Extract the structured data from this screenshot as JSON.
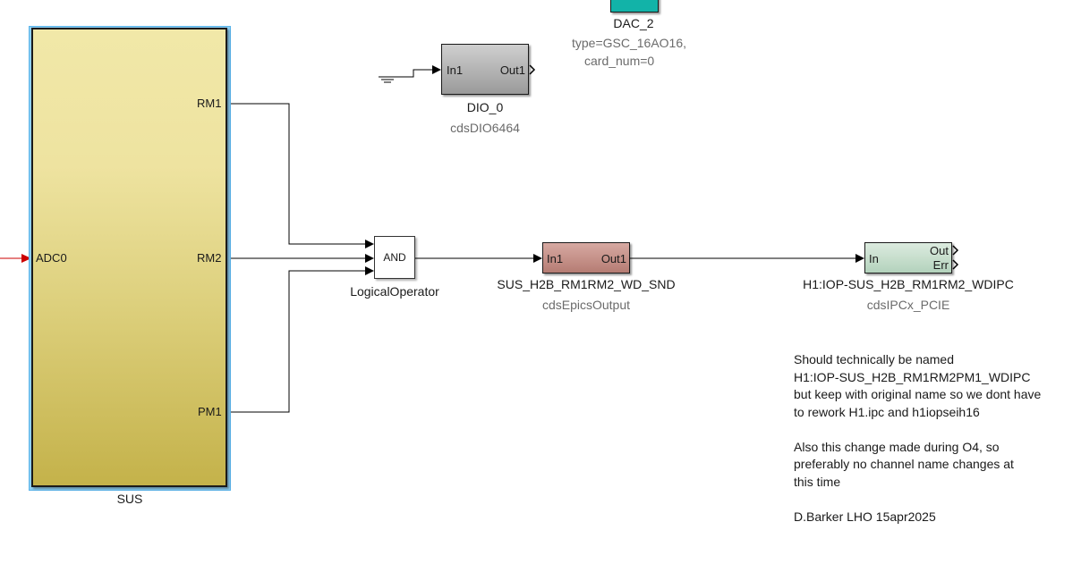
{
  "blocks": {
    "sus": {
      "name": "SUS",
      "inputs": [
        "ADC0"
      ],
      "outputs": [
        "RM1",
        "RM2",
        "PM1"
      ]
    },
    "dac": {
      "name": "DAC_2",
      "params": [
        "type=GSC_16AO16,",
        "card_num=0"
      ]
    },
    "dio": {
      "name": "DIO_0",
      "type": "cdsDIO6464",
      "input": "In1",
      "output": "Out1"
    },
    "logical_operator": {
      "name": "LogicalOperator",
      "operator": "AND"
    },
    "epics_output": {
      "name": "SUS_H2B_RM1RM2_WD_SND",
      "type": "cdsEpicsOutput",
      "input": "In1",
      "output": "Out1"
    },
    "ipc": {
      "name": "H1:IOP-SUS_H2B_RM1RM2_WDIPC",
      "type": "cdsIPCx_PCIE",
      "input": "In",
      "outputs": [
        "Out",
        "Err"
      ]
    }
  },
  "annotation": {
    "paragraph1": [
      "Should technically be named",
      "H1:IOP-SUS_H2B_RM1RM2PM1_WDIPC",
      "but keep with original name so we dont have",
      "to rework H1.ipc and h1iopseih16"
    ],
    "paragraph2": [
      "Also this change made during O4, so",
      "preferably no channel name changes at",
      "this time"
    ],
    "signature": "D.Barker LHO 15apr2025"
  },
  "colors": {
    "selection": "#8fd0f4",
    "sus_fill_top": "#f1e8a8",
    "sus_fill_bottom": "#c4b24a",
    "dac_fill": "#12b3a8",
    "epics_fill": "#c8958d",
    "ipc_fill": "#c6dfcc",
    "incoming_signal": "#cc0000"
  }
}
